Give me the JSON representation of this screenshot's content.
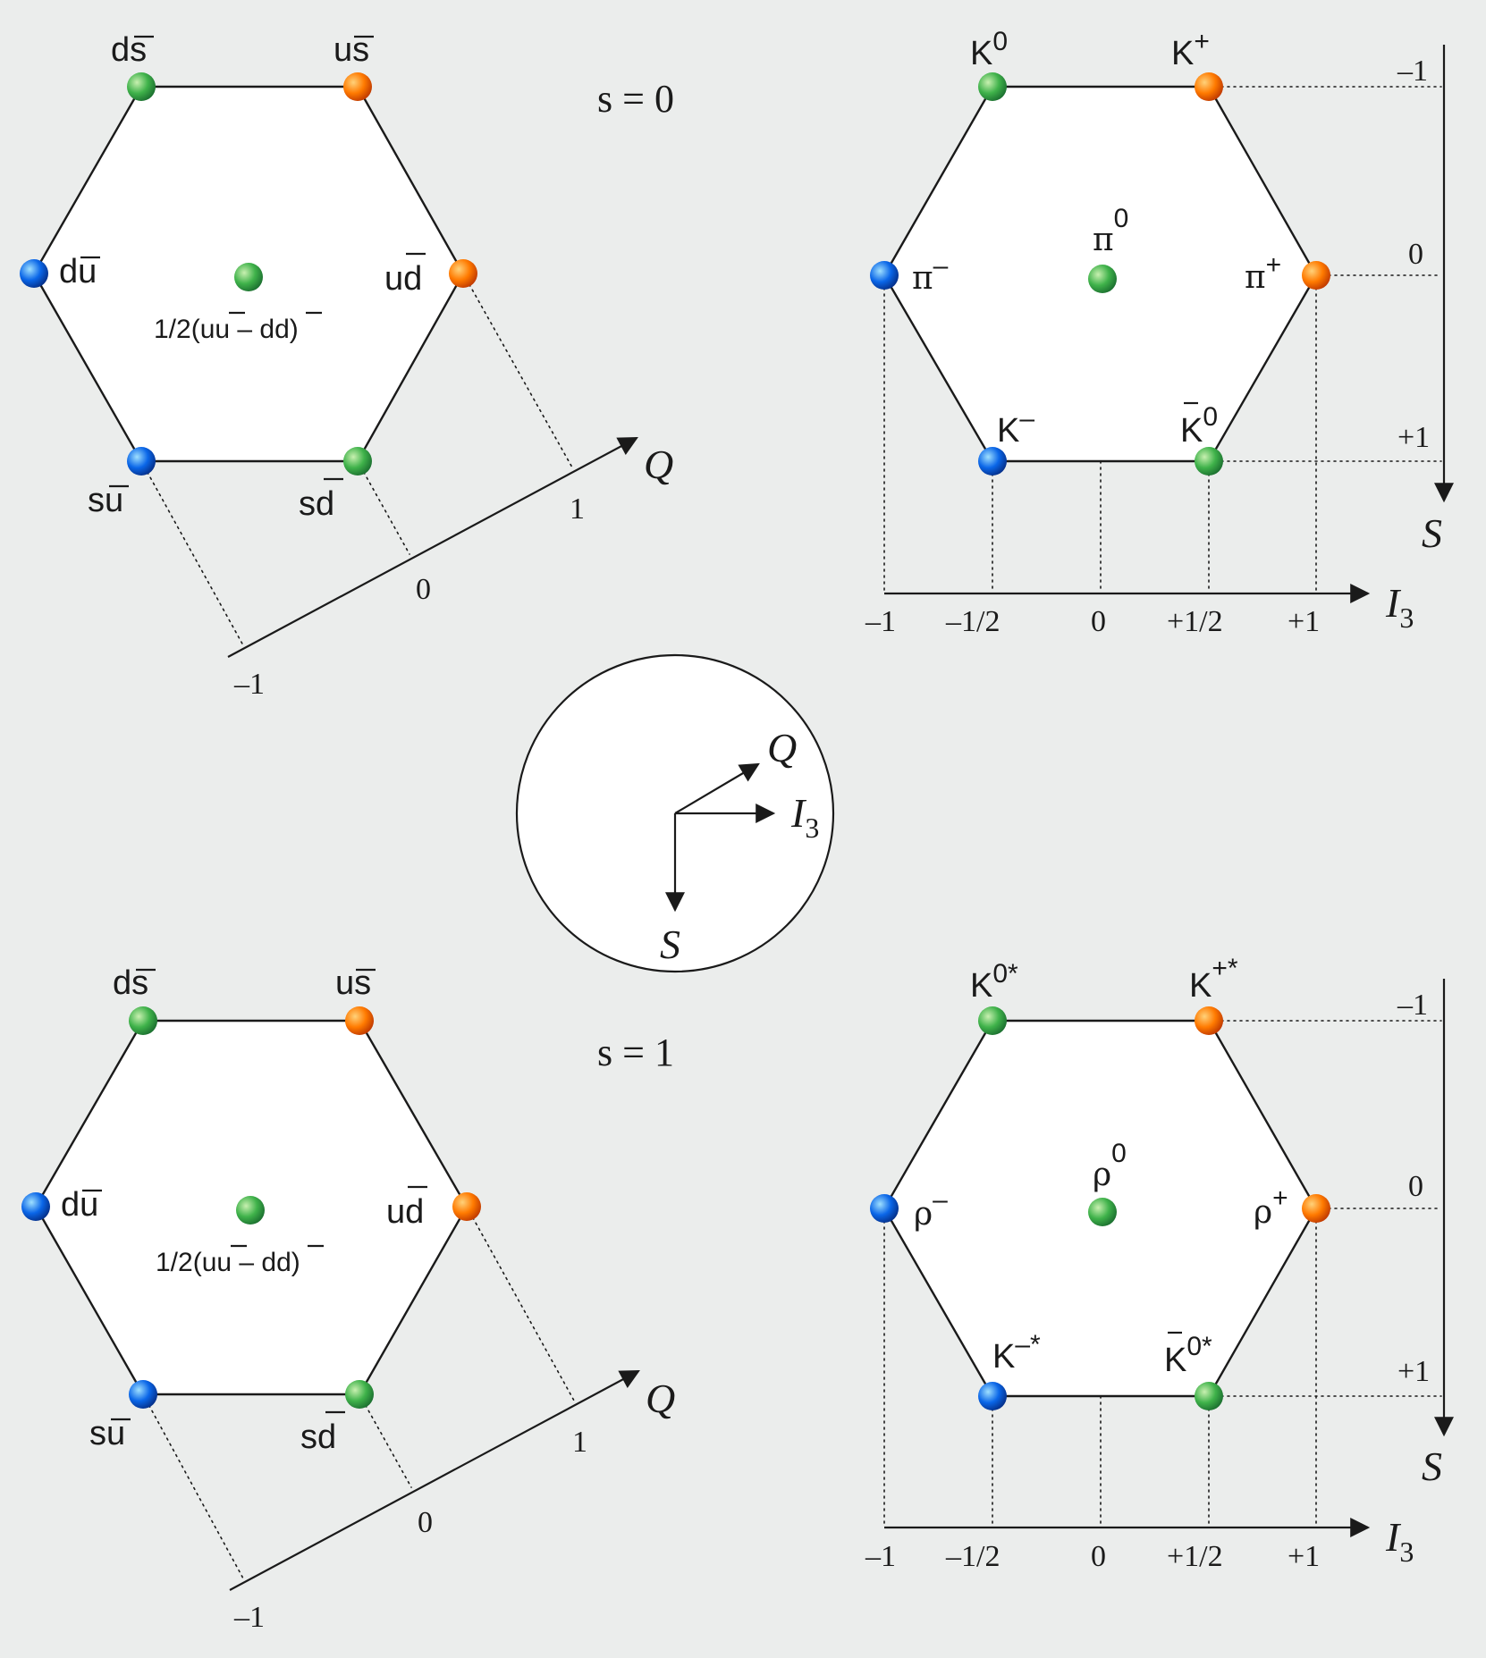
{
  "colors": {
    "orange": "#ff6f00",
    "green": "#3fb24a",
    "blue": "#0a66e8",
    "background": "#ebedec"
  },
  "top_left": {
    "states": {
      "ds": "ds",
      "us": "us",
      "du": "du",
      "ud": "ud",
      "su": "su",
      "sd": "sd",
      "center": "1/2(uu – dd)"
    },
    "q_axis": {
      "label": "Q",
      "ticks": [
        "–1",
        "0",
        "1"
      ]
    }
  },
  "spin_top": "s = 0",
  "spin_bottom": "s = 1",
  "top_right": {
    "particles": {
      "k0": "K",
      "k0_sup": "0",
      "kplus": "K",
      "kplus_sup": "+",
      "piminus": "π",
      "piminus_sup": "–",
      "pi0": "π",
      "pi0_sup": "0",
      "piplus": "π",
      "piplus_sup": "+",
      "kminus": "K",
      "kminus_sup": "–",
      "kbar0": "K",
      "kbar0_sup": "0"
    },
    "i3_axis": {
      "label": "I",
      "sub": "3",
      "ticks": [
        "–1",
        "–1/2",
        "0",
        "+1/2",
        "+1"
      ]
    },
    "s_axis": {
      "label": "S",
      "ticks": [
        "–1",
        "0",
        "+1"
      ]
    }
  },
  "legend": {
    "q": "Q",
    "i": "I",
    "i_sub": "3",
    "s": "S"
  },
  "bottom_left": {
    "states": {
      "ds": "ds",
      "us": "us",
      "du": "du",
      "ud": "ud",
      "su": "su",
      "sd": "sd",
      "center": "1/2(uu – dd)"
    },
    "q_axis": {
      "label": "Q",
      "ticks": [
        "–1",
        "0",
        "1"
      ]
    }
  },
  "bottom_right": {
    "particles": {
      "k0s": "K",
      "k0s_sup": "0*",
      "kplus": "K",
      "kplus_sup": "+*",
      "rhominus": "ρ",
      "rhominus_sup": "–",
      "rho0": "ρ",
      "rho0_sup": "0",
      "rhoplus": "ρ",
      "rhoplus_sup": "+",
      "kminus": "K",
      "kminus_sup": "–*",
      "kbar0": "K",
      "kbar0_sup": "0*"
    },
    "i3_axis": {
      "label": "I",
      "sub": "3",
      "ticks": [
        "–1",
        "–1/2",
        "0",
        "+1/2",
        "+1"
      ]
    },
    "s_axis": {
      "label": "S",
      "ticks": [
        "–1",
        "0",
        "+1"
      ]
    }
  }
}
